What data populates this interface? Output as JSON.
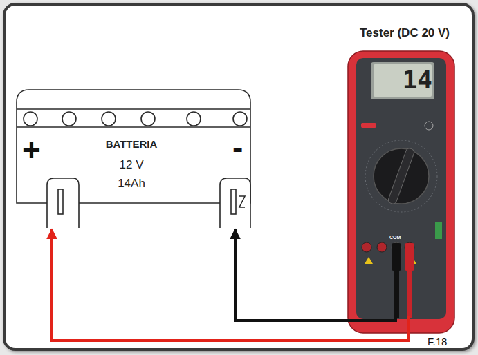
{
  "diagram": {
    "nodes": [
      {
        "text": [
          "BATTERIA",
          "12 V",
          "14Ah"
        ]
      },
      {
        "text": [
          "Tester (DC 20 V)",
          "14"
        ]
      }
    ],
    "edges": [
      {
        "from": 1,
        "to": 0,
        "arrow": "to"
      },
      {
        "from": 1,
        "to": 0,
        "arrow": "to"
      }
    ],
    "labels": [
      "+",
      "-",
      "COM",
      "F.18"
    ]
  }
}
